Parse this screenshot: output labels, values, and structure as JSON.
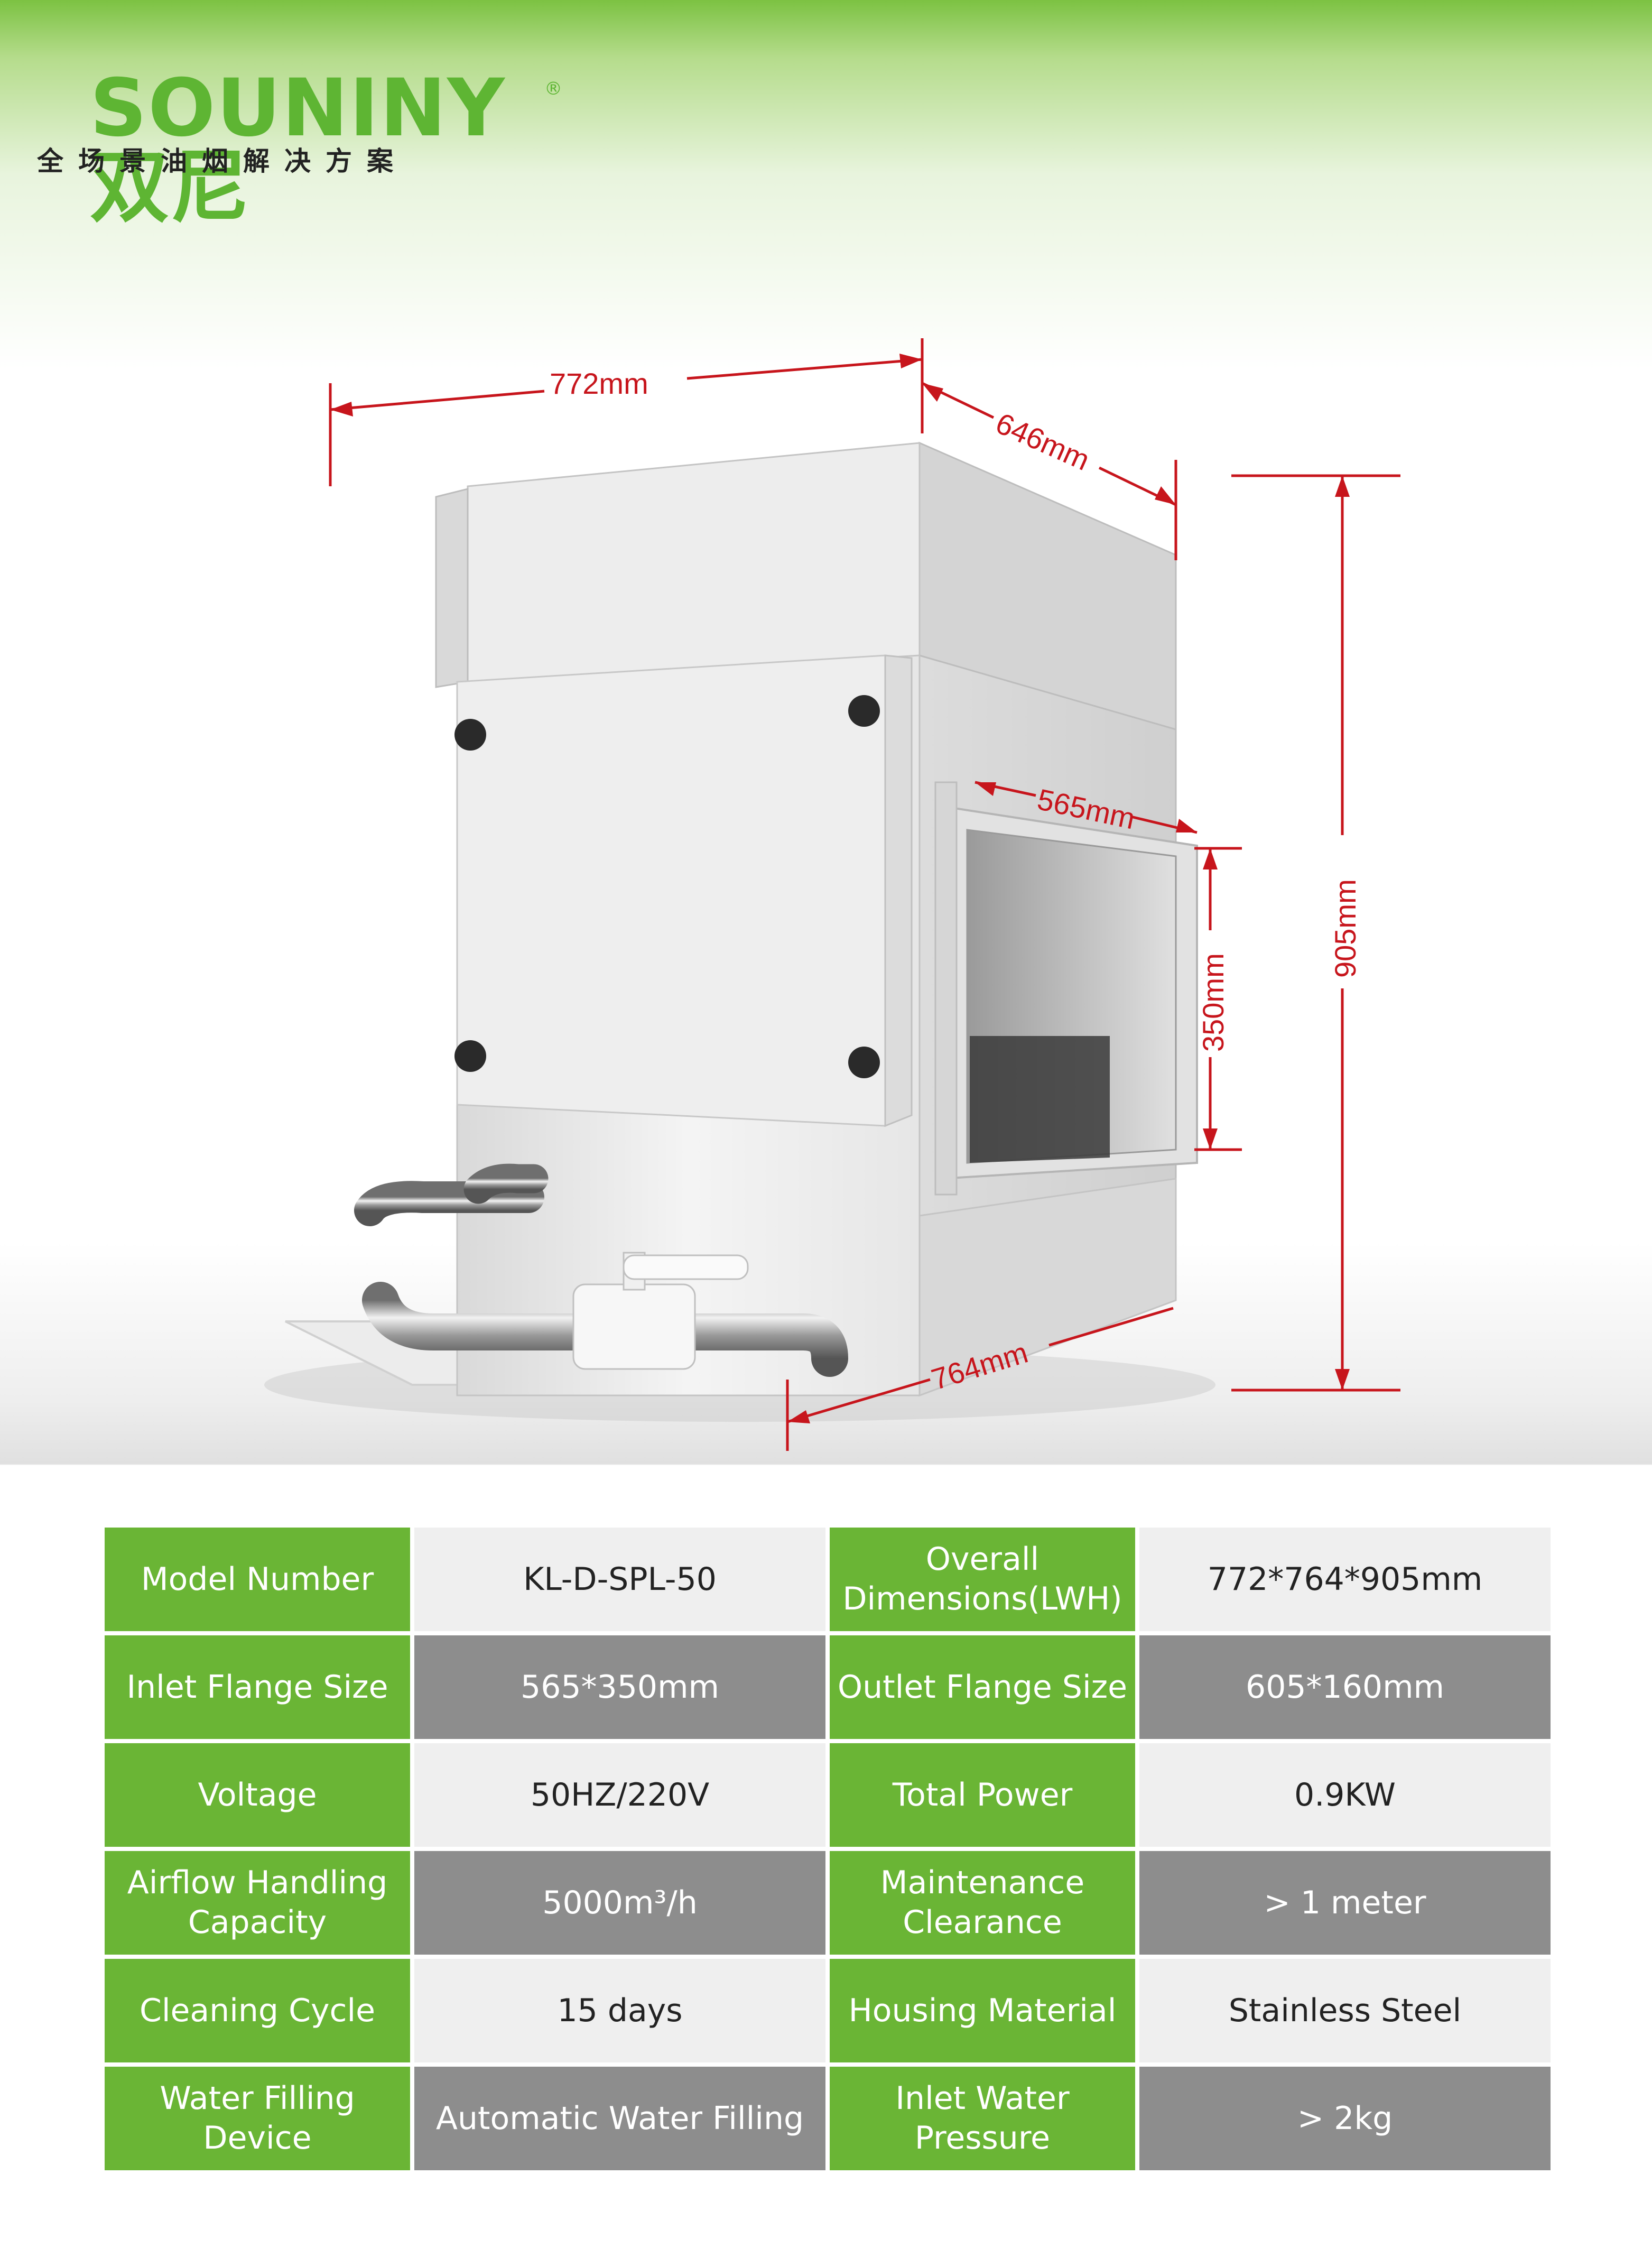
{
  "brand": {
    "name": "SOUNINY双尼",
    "registered_mark": "®",
    "slogan": "全场景油烟解决方案"
  },
  "dimensions": {
    "width": "772mm",
    "depth": "646mm",
    "height": "905mm",
    "inlet_width": "565mm",
    "inlet_height": "350mm",
    "base_length": "764mm"
  },
  "specs": [
    [
      {
        "label": "Model Number",
        "value": "KL-D-SPL-50"
      },
      {
        "label": "Overall Dimensions(LWH)",
        "value": "772*764*905mm"
      }
    ],
    [
      {
        "label": "Inlet Flange Size",
        "value": "565*350mm"
      },
      {
        "label": "Outlet Flange Size",
        "value": "605*160mm"
      }
    ],
    [
      {
        "label": "Voltage",
        "value": "50HZ/220V"
      },
      {
        "label": "Total Power",
        "value": "0.9KW"
      }
    ],
    [
      {
        "label": "Airflow Handling Capacity",
        "value": "5000m³/h"
      },
      {
        "label": "Maintenance Clearance",
        "value": "> 1 meter"
      }
    ],
    [
      {
        "label": "Cleaning Cycle",
        "value": "15 days"
      },
      {
        "label": "Housing Material",
        "value": "Stainless Steel"
      }
    ],
    [
      {
        "label": "Water Filling Device",
        "value": "Automatic Water Filling"
      },
      {
        "label": "Inlet Water Pressure",
        "value": "> 2kg"
      }
    ]
  ]
}
